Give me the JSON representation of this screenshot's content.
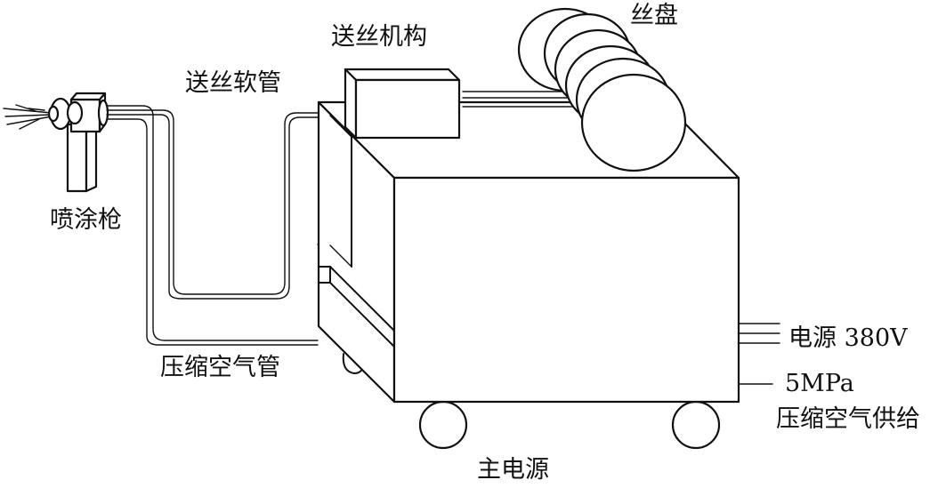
{
  "labels": {
    "wire_spool": "丝盘",
    "wire_feed_mechanism": "送丝机构",
    "wire_feed_hose": "送丝软管",
    "spray_gun": "喷涂枪",
    "compressed_air_hose": "压缩空气管",
    "power_supply": "电源 380V",
    "air_pressure": "5MPa",
    "compressed_air_supply": "压缩空气供给",
    "main_power": "主电源"
  }
}
